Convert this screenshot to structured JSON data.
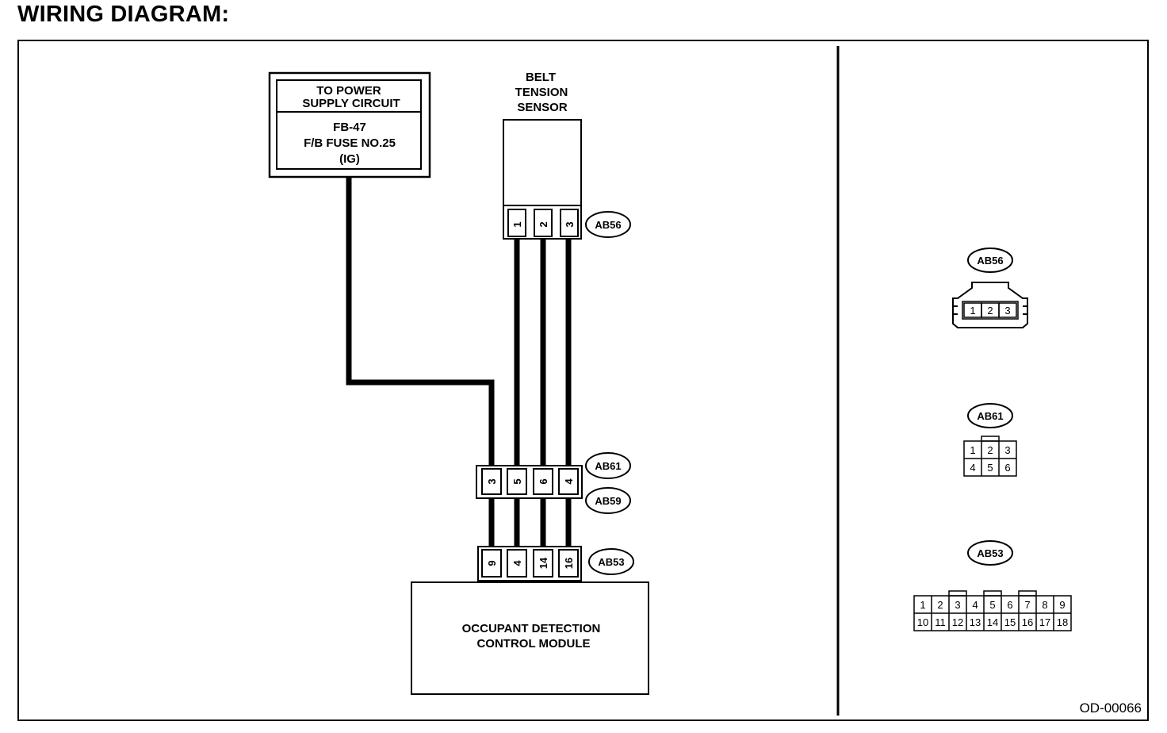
{
  "title": "WIRING DIAGRAM:",
  "power_box": {
    "header_line1": "TO POWER",
    "header_line2": "SUPPLY CIRCUIT",
    "body_line1": "FB-47",
    "body_line2": "F/B FUSE NO.25",
    "body_line3": "(IG)"
  },
  "sensor": {
    "label_line1": "BELT",
    "label_line2": "TENSION",
    "label_line3": "SENSOR",
    "connector": "AB56",
    "pins": [
      "1",
      "2",
      "3"
    ]
  },
  "junction": {
    "upper_connector": "AB61",
    "lower_connector": "AB59",
    "pins": [
      "3",
      "5",
      "6",
      "4"
    ]
  },
  "module": {
    "connector": "AB53",
    "pins": [
      "9",
      "4",
      "14",
      "16"
    ],
    "label_line1": "OCCUPANT DETECTION",
    "label_line2": "CONTROL MODULE"
  },
  "connector_views": {
    "ab56": {
      "name": "AB56",
      "pins": [
        "1",
        "2",
        "3"
      ]
    },
    "ab61": {
      "name": "AB61",
      "row1": [
        "1",
        "2",
        "3"
      ],
      "row2": [
        "4",
        "5",
        "6"
      ]
    },
    "ab53": {
      "name": "AB53",
      "row1": [
        "1",
        "2",
        "3",
        "4",
        "5",
        "6",
        "7",
        "8",
        "9"
      ],
      "row2": [
        "10",
        "11",
        "12",
        "13",
        "14",
        "15",
        "16",
        "17",
        "18"
      ]
    }
  },
  "figure_code": "OD-00066"
}
